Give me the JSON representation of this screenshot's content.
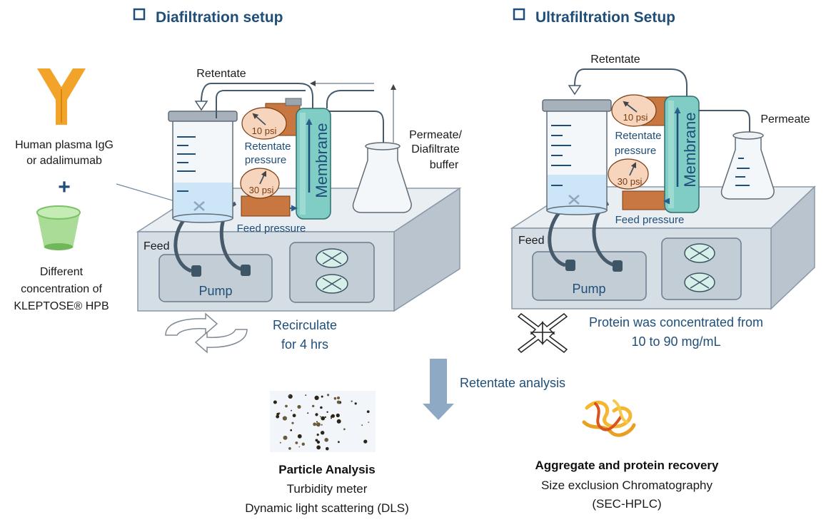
{
  "headings": {
    "diafiltration": "Diafiltration setup",
    "ultrafiltration": "Ultrafiltration Setup"
  },
  "left_inputs": {
    "protein_line1": "Human plasma IgG",
    "protein_line2": "or adalimumab",
    "plus": "+",
    "excipient_line1": "Different",
    "excipient_line2": "concentration of",
    "excipient_line3": "KLEPTOSE® HPB"
  },
  "diafiltration": {
    "retentate": "Retentate",
    "permeate_line1": "Permeate/",
    "permeate_line2": "Diafiltrate",
    "permeate_line3": "buffer",
    "gauge_top": "10 psi",
    "gauge_bottom": "30 psi",
    "retentate_pressure_line1": "Retentate",
    "retentate_pressure_line2": "pressure",
    "feed_pressure": "Feed pressure",
    "membrane": "Membrane",
    "feed": "Feed",
    "pump": "Pump",
    "recirculate_line1": "Recirculate",
    "recirculate_line2": "for 4 hrs"
  },
  "ultrafiltration": {
    "retentate": "Retentate",
    "permeate": "Permeate",
    "gauge_top": "10 psi",
    "gauge_bottom": "30 psi",
    "retentate_pressure_line1": "Retentate",
    "retentate_pressure_line2": "pressure",
    "feed_pressure": "Feed pressure",
    "membrane": "Membrane",
    "feed": "Feed",
    "pump": "Pump",
    "concentrated_line1": "Protein was concentrated from",
    "concentrated_line2": "10 to 90 mg/mL"
  },
  "analysis": {
    "retentate_analysis": "Retentate analysis",
    "particle_title": "Particle Analysis",
    "particle_line1": "Turbidity meter",
    "particle_line2": "Dynamic light scattering (DLS)",
    "aggregate_title": "Aggregate and protein recovery",
    "aggregate_line1": "Size exclusion Chromatography",
    "aggregate_line2": "(SEC-HPLC)"
  },
  "colors": {
    "heading": "#1f4e79",
    "antibody": "#f2a42a",
    "cup": "#8fd17a",
    "membrane": "#7fcdc4",
    "gauge": "#f7d4bc",
    "block": "#c7773f",
    "platform": "#d5dde5",
    "arrow": "#8ea9c3"
  }
}
